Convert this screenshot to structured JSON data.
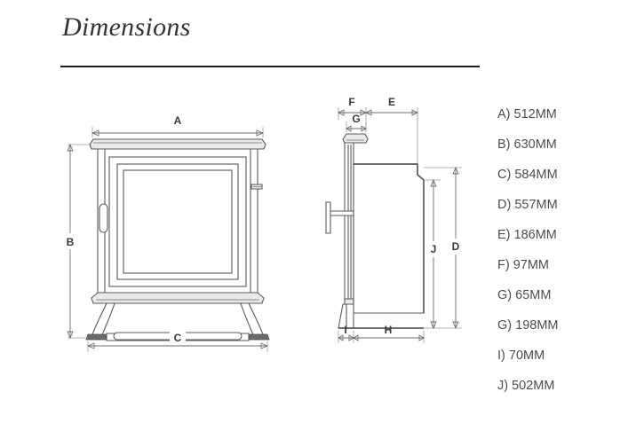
{
  "page": {
    "title": "Dimensions",
    "background_color": "#ffffff",
    "line_color": "#5a5a5a",
    "text_color": "#4d4d4d"
  },
  "legend": {
    "items": [
      {
        "label": "A) 512MM"
      },
      {
        "label": "B) 630MM"
      },
      {
        "label": "C) 584MM"
      },
      {
        "label": " D) 557MM"
      },
      {
        "label": "E) 186MM"
      },
      {
        "label": "F) 97MM"
      },
      {
        "label": "G) 65MM"
      },
      {
        "label": "G) 198MM"
      },
      {
        "label": "I) 70MM"
      },
      {
        "label": "J) 502MM"
      }
    ]
  },
  "front_view": {
    "name": "stove-front-view",
    "dimension_labels": {
      "width_top": "A",
      "height_left": "B",
      "width_base": "C"
    }
  },
  "side_view": {
    "name": "stove-side-view",
    "dimension_labels": {
      "flue_depth": "F",
      "body_depth": "E",
      "collar": "G",
      "overall_height": "D",
      "body_height": "J",
      "foot_depth": "I",
      "base_depth": "H"
    }
  }
}
